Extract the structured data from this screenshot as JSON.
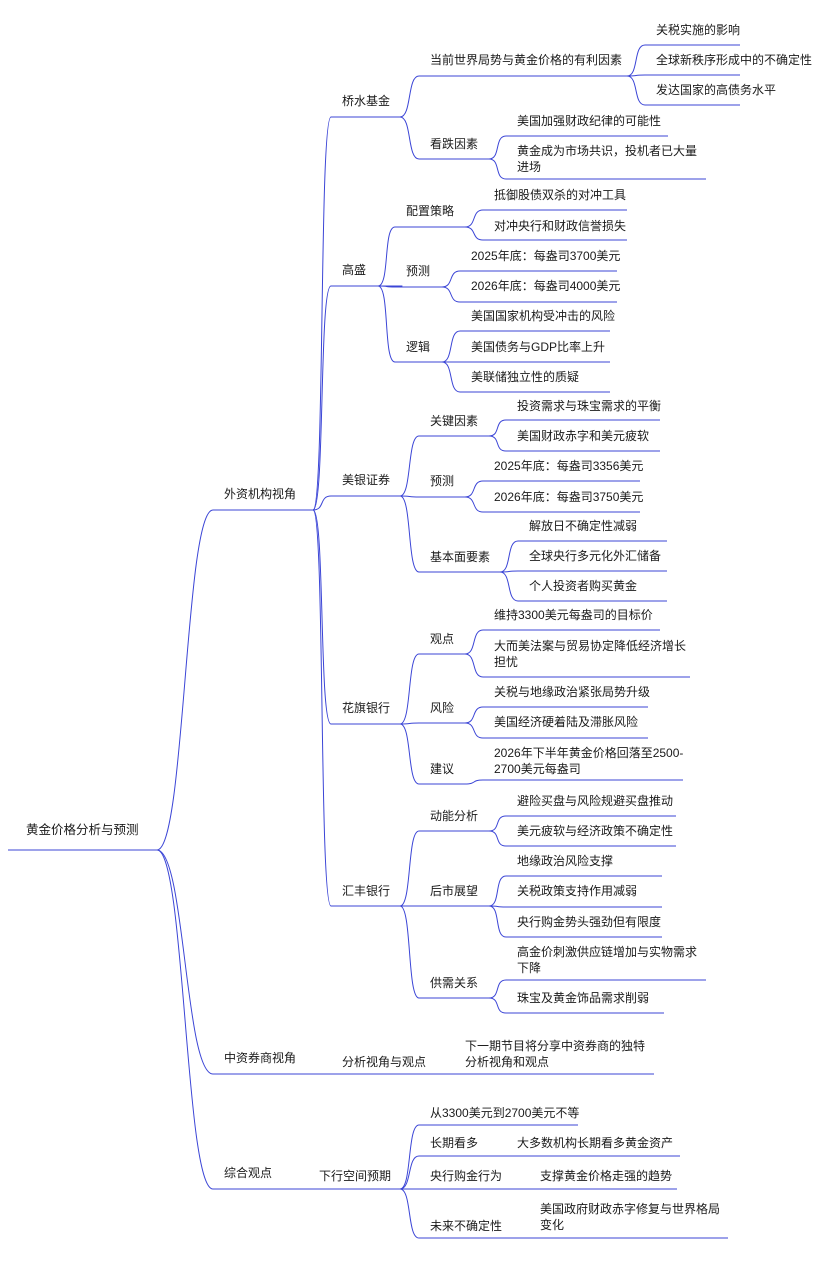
{
  "mindmap": {
    "root": "黄金价格分析与预测",
    "n1": {
      "label": "外资机构视角",
      "bridgewater": {
        "label": "桥水基金",
        "favorable": {
          "label": "当前世界局势与黄金价格的有利因素",
          "items": [
            "关税实施的影响",
            "全球新秩序形成中的不确定性",
            "发达国家的高债务水平"
          ]
        },
        "bearish": {
          "label": "看跌因素",
          "items": [
            "美国加强财政纪律的可能性",
            "黄金成为市场共识，投机者已大量进场"
          ]
        }
      },
      "goldman": {
        "label": "高盛",
        "allocation": {
          "label": "配置策略",
          "items": [
            "抵御股债双杀的对冲工具",
            "对冲央行和财政信誉损失"
          ]
        },
        "forecast": {
          "label": "预测",
          "items": [
            "2025年底：每盎司3700美元",
            "2026年底：每盎司4000美元"
          ]
        },
        "logic": {
          "label": "逻辑",
          "items": [
            "美国国家机构受冲击的风险",
            "美国债务与GDP比率上升",
            "美联储独立性的质疑"
          ]
        }
      },
      "bofa": {
        "label": "美银证券",
        "key": {
          "label": "关键因素",
          "items": [
            "投资需求与珠宝需求的平衡",
            "美国财政赤字和美元疲软"
          ]
        },
        "forecast": {
          "label": "预测",
          "items": [
            "2025年底：每盎司3356美元",
            "2026年底：每盎司3750美元"
          ]
        },
        "fundamentals": {
          "label": "基本面要素",
          "items": [
            "解放日不确定性减弱",
            "全球央行多元化外汇储备",
            "个人投资者购买黄金"
          ]
        }
      },
      "citi": {
        "label": "花旗银行",
        "view": {
          "label": "观点",
          "items": [
            "维持3300美元每盎司的目标价",
            "大而美法案与贸易协定降低经济增长担忧"
          ]
        },
        "risk": {
          "label": "风险",
          "items": [
            "关税与地缘政治紧张局势升级",
            "美国经济硬着陆及滞胀风险"
          ]
        },
        "advice": {
          "label": "建议",
          "items": [
            "2026年下半年黄金价格回落至2500-2700美元每盎司"
          ]
        }
      },
      "hsbc": {
        "label": "汇丰银行",
        "momentum": {
          "label": "动能分析",
          "items": [
            "避险买盘与风险规避买盘推动",
            "美元疲软与经济政策不确定性"
          ]
        },
        "outlook": {
          "label": "后市展望",
          "items": [
            "地缘政治风险支撑",
            "关税政策支持作用减弱",
            "央行购金势头强劲但有限度"
          ]
        },
        "supply": {
          "label": "供需关系",
          "items": [
            "高金价刺激供应链增加与实物需求下降",
            "珠宝及黄金饰品需求削弱"
          ]
        }
      }
    },
    "n2": {
      "label": "中资券商视角",
      "child": {
        "label": "分析视角与观点",
        "items": [
          "下一期节目将分享中资券商的独特分析视角和观点"
        ]
      }
    },
    "n3": {
      "label": "综合观点",
      "downside": {
        "label": "下行空间预期",
        "range": "从3300美元到2700美元不等",
        "longterm": {
          "label": "长期看多",
          "items": [
            "大多数机构长期看多黄金资产"
          ]
        },
        "central": {
          "label": "央行购金行为",
          "items": [
            "支撑黄金价格走强的趋势"
          ]
        },
        "uncertain": {
          "label": "未来不确定性",
          "items": [
            "美国政府财政赤字修复与世界格局变化"
          ]
        }
      }
    }
  },
  "colors": {
    "line": "#3b45d6",
    "text": "#1a1a1a",
    "background": "#ffffff"
  }
}
